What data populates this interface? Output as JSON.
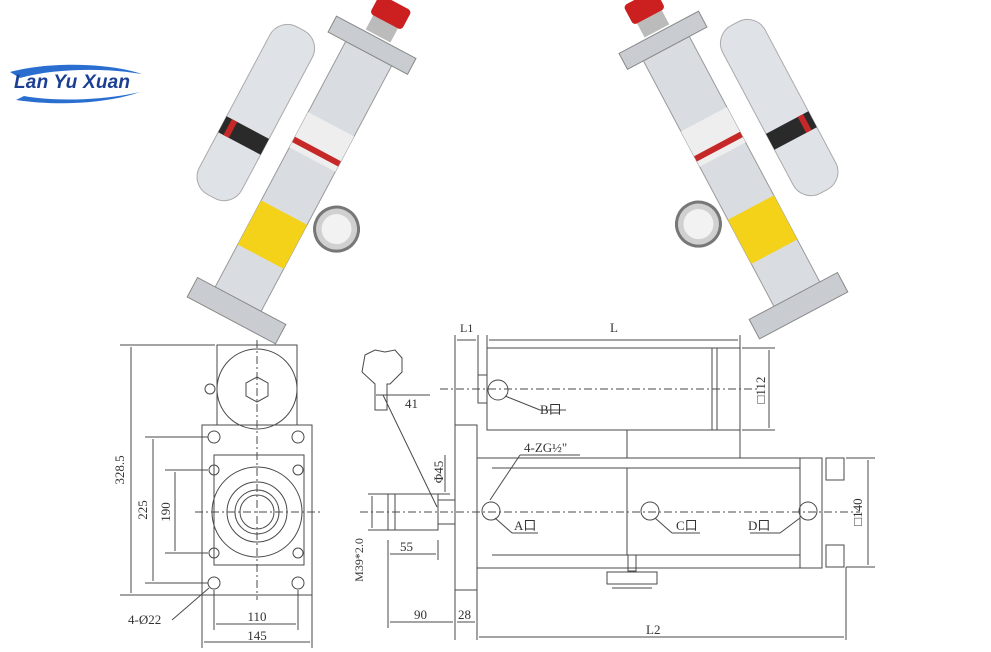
{
  "logo": {
    "text": "Lan Yu Xuan",
    "color": "#1a3f93"
  },
  "front_view": {
    "dims": {
      "total_height": "328.5",
      "bolt_span_outer": "225",
      "bolt_span_inner": "190",
      "inner_width": "110",
      "outer_width": "145",
      "holes": "4-Ø22"
    }
  },
  "side_view": {
    "dims": {
      "L1": "L1",
      "L": "L",
      "L2": "L2",
      "top_sq": "□112",
      "main_sq": "□140",
      "wrench": "41",
      "phi": "Φ45",
      "rod_len": "55",
      "thread": "M39*2.0",
      "rod_ext": "90",
      "flange": "28",
      "ports": "4-ZG½\""
    },
    "ports": {
      "b": "B口",
      "a": "A口",
      "c": "C口",
      "d": "D口"
    }
  },
  "colors": {
    "line": "#4a4a4a",
    "body": "#d9dde2",
    "gauge": "#b8b8b8",
    "cap": "#cc1f1f",
    "label": "#f4d21a"
  }
}
